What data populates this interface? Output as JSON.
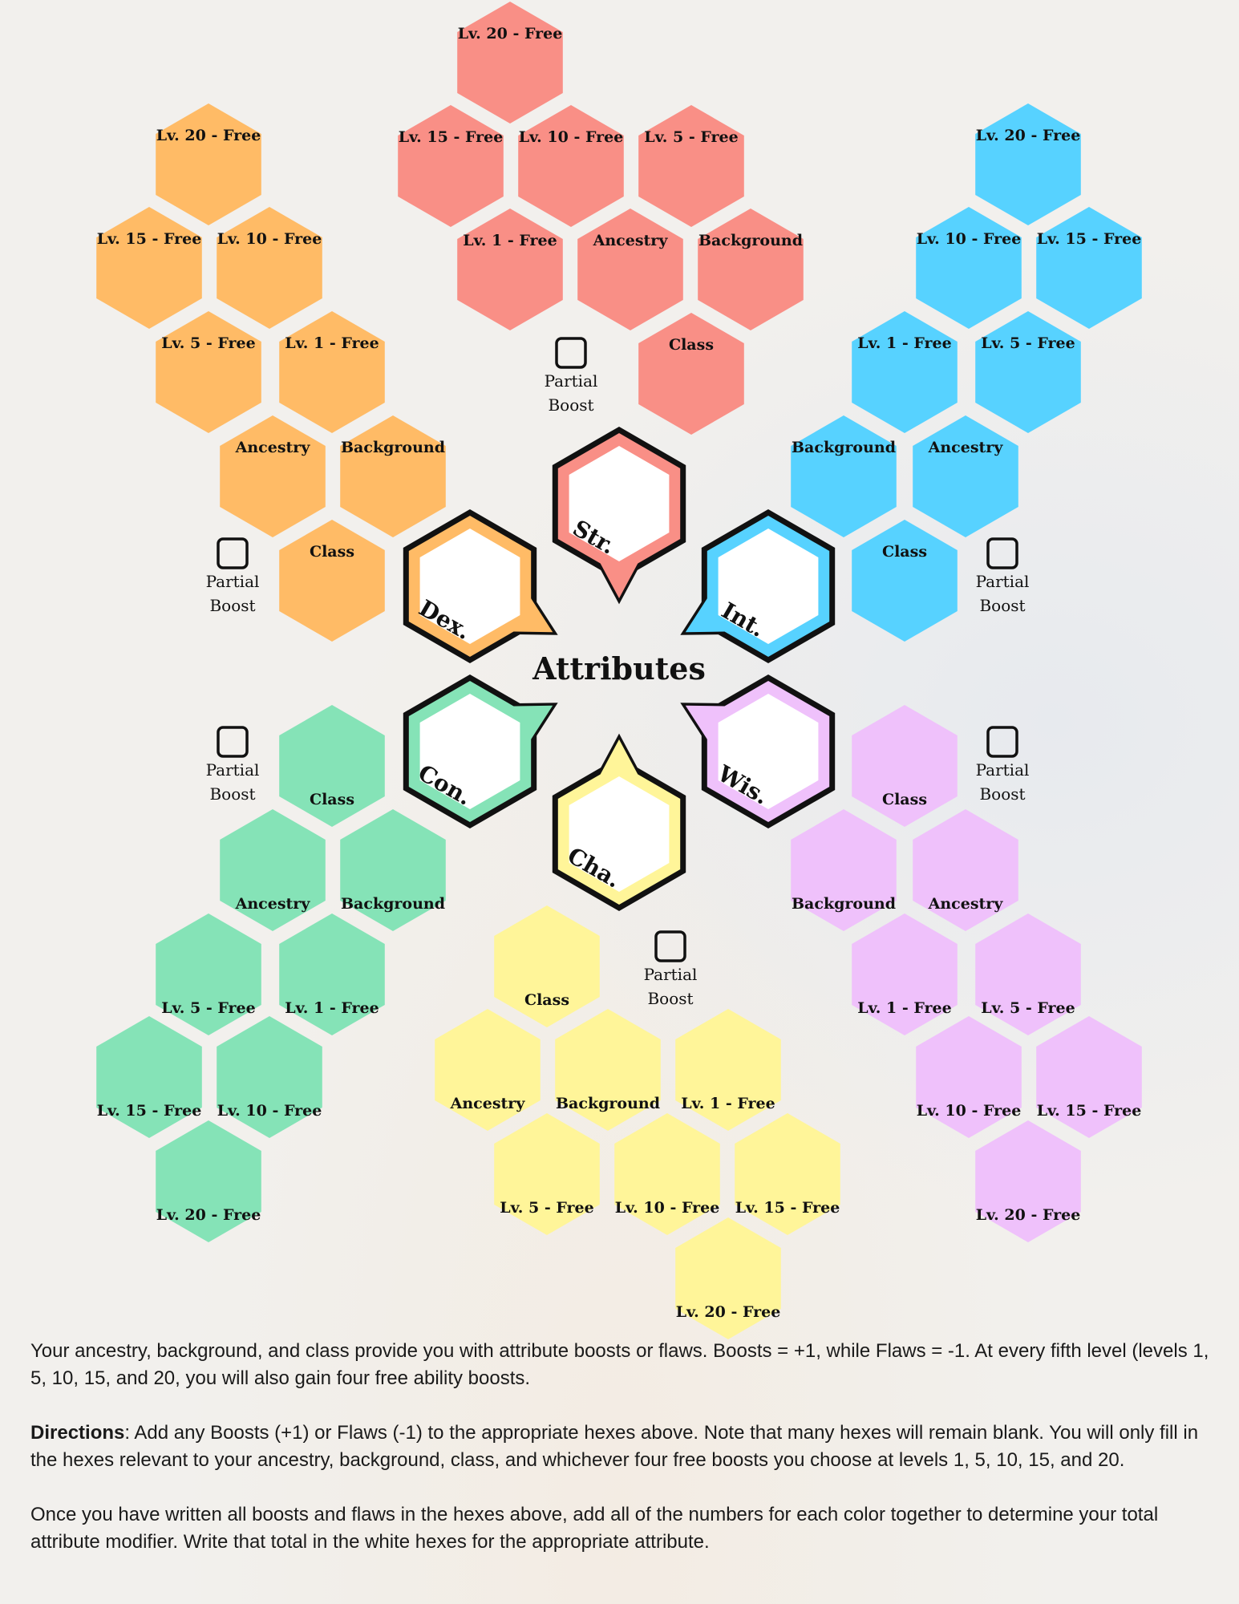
{
  "title": "Attributes",
  "colors": {
    "str": "#f98f86",
    "dex": "#ffbb66",
    "int": "#57d2ff",
    "con": "#85e3b7",
    "wis": "#efc1fb",
    "cha": "#fff599"
  },
  "attributes": [
    {
      "id": "str",
      "label": "Str."
    },
    {
      "id": "dex",
      "label": "Dex."
    },
    {
      "id": "int",
      "label": "Int."
    },
    {
      "id": "con",
      "label": "Con."
    },
    {
      "id": "wis",
      "label": "Wis."
    },
    {
      "id": "cha",
      "label": "Cha."
    }
  ],
  "clusters": {
    "str": [
      "Lv. 20 - Free",
      "Lv. 15 - Free",
      "Lv. 10 - Free",
      "Lv. 5 - Free",
      "Lv. 1 - Free",
      "Ancestry",
      "Background",
      "Class"
    ],
    "dex": [
      "Lv. 20 - Free",
      "Lv. 15 - Free",
      "Lv. 10 - Free",
      "Lv. 5 - Free",
      "Lv. 1 - Free",
      "Ancestry",
      "Background",
      "Class"
    ],
    "int": [
      "Lv. 20 - Free",
      "Lv. 10 - Free",
      "Lv. 15 - Free",
      "Lv. 1 - Free",
      "Lv. 5 - Free",
      "Background",
      "Ancestry",
      "Class"
    ],
    "con": [
      "Class",
      "Ancestry",
      "Background",
      "Lv. 5 - Free",
      "Lv. 1 - Free",
      "Lv. 15 - Free",
      "Lv. 10 - Free",
      "Lv. 20 - Free"
    ],
    "wis": [
      "Class",
      "Background",
      "Ancestry",
      "Lv. 1 - Free",
      "Lv. 5 - Free",
      "Lv. 10 - Free",
      "Lv. 15 - Free",
      "Lv. 20 - Free"
    ],
    "cha": [
      "Class",
      "Ancestry",
      "Background",
      "Lv. 1 - Free",
      "Lv. 5 - Free",
      "Lv. 10 - Free",
      "Lv. 15 - Free",
      "Lv. 20 - Free"
    ]
  },
  "partial_boost": {
    "line1": "Partial",
    "line2": "Boost"
  },
  "notes": {
    "p1": "Your ancestry, background, and class provide you with attribute boosts or flaws. Boosts = +1, while Flaws = -1. At every fifth level (levels 1, 5, 10, 15, and 20, you will also gain four free ability boosts.",
    "p2_bold": "Directions",
    "p2": ": Add any Boosts (+1) or Flaws (-1) to the appropriate hexes above. Note that many hexes will remain blank. You will only fill in the hexes relevant to your ancestry, background, class, and whichever four free boosts you choose at levels 1, 5, 10, 15, and 20.",
    "p3": "Once you have written all boosts and flaws in the hexes above, add all of the numbers for each color together to determine your total attribute modifier. Write that total in the white hexes for the appropriate attribute."
  }
}
